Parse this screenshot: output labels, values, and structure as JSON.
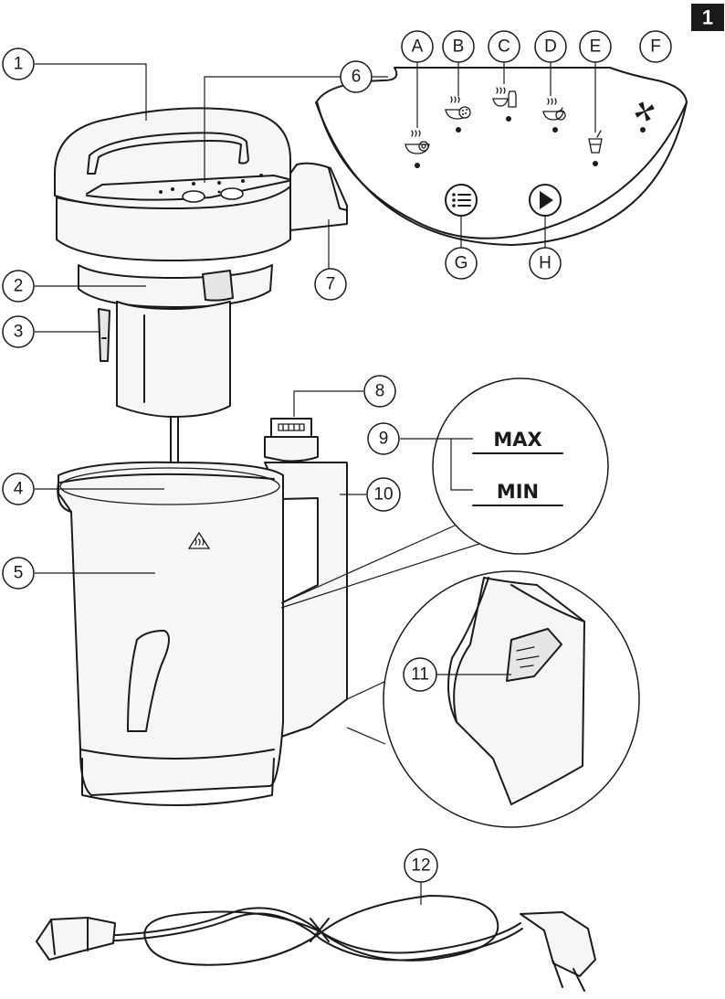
{
  "figure_number": "1",
  "part_callouts": [
    "1",
    "2",
    "3",
    "4",
    "5",
    "6",
    "7",
    "8",
    "9",
    "10",
    "11",
    "12"
  ],
  "panel_callouts": [
    "A",
    "B",
    "C",
    "D",
    "E",
    "F",
    "G",
    "H"
  ],
  "level_marks": {
    "max": "MAX",
    "min": "MIN"
  },
  "icons": {
    "A": "smooth-soup-icon",
    "B": "chunky-soup-icon",
    "C": "milk-drink-icon",
    "D": "compote-icon",
    "E": "smoothie-icon",
    "F": "blend-fan-icon",
    "G": "menu-icon",
    "H": "start-play-icon"
  },
  "colors": {
    "ink": "#1a1a1a",
    "badge": "#1a1a1a"
  }
}
